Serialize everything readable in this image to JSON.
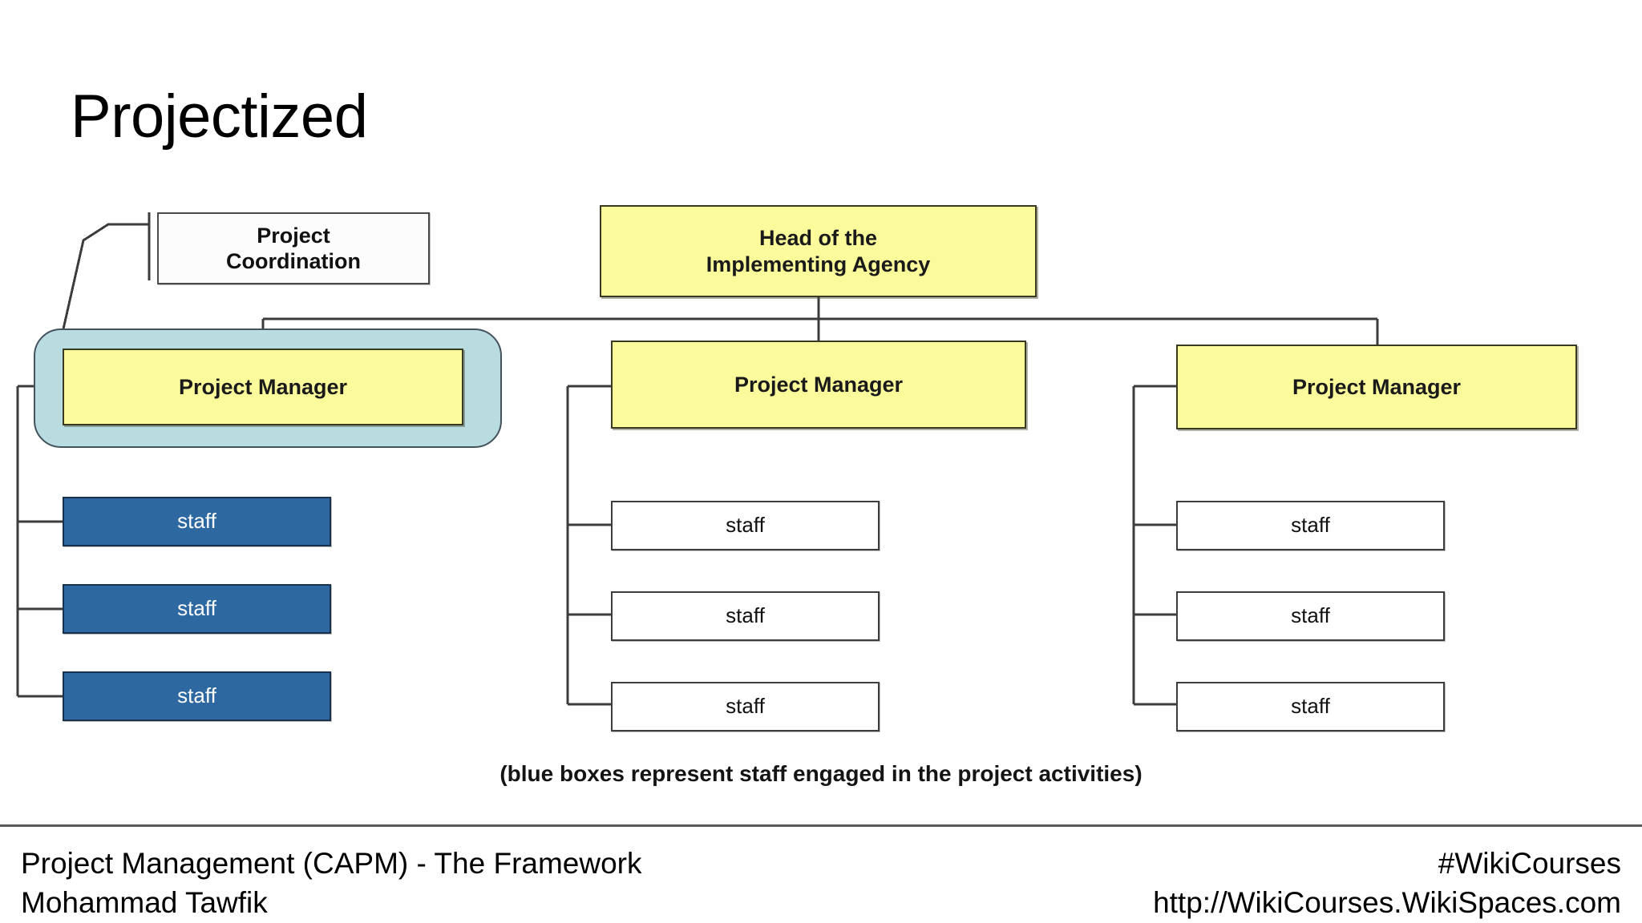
{
  "slide": {
    "title": "Projectized"
  },
  "chart": {
    "caption": "(blue boxes represent staff engaged in the project activities)",
    "colors": {
      "yellow_fill": "#fbfb9c",
      "yellow_border": "#3a3a22",
      "blue_fill": "#2e68a0",
      "blue_border": "#16324e",
      "highlight_fill": "#b9dce1",
      "highlight_border": "#43525c",
      "white_fill": "#ffffff",
      "line": "#3c3c3c"
    },
    "top_node": {
      "label_line1": "Head of the",
      "label_line2": "Implementing Agency"
    },
    "note_node": {
      "label_line1": "Project",
      "label_line2": "Coordination"
    },
    "columns": [
      {
        "manager_label": "Project Manager",
        "highlighted": true,
        "staff_style": "blue",
        "staff": [
          "staff",
          "staff",
          "staff"
        ]
      },
      {
        "manager_label": "Project Manager",
        "highlighted": false,
        "staff_style": "white",
        "staff": [
          "staff",
          "staff",
          "staff"
        ]
      },
      {
        "manager_label": "Project Manager",
        "highlighted": false,
        "staff_style": "white",
        "staff": [
          "staff",
          "staff",
          "staff"
        ]
      }
    ]
  },
  "footer": {
    "left_line1": "Project Management (CAPM) - The Framework",
    "left_line2": "Mohammad Tawfik",
    "right_line1": "#WikiCourses",
    "right_line2": "http://WikiCourses.WikiSpaces.com"
  }
}
